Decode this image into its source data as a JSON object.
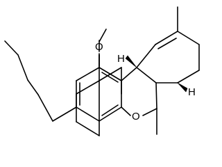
{
  "molecule": {
    "atom_labels": {
      "methoxy_oxygen": "O",
      "ring_oxygen": "O"
    },
    "stereo_hydrogens": [
      "H",
      "H"
    ]
  }
}
